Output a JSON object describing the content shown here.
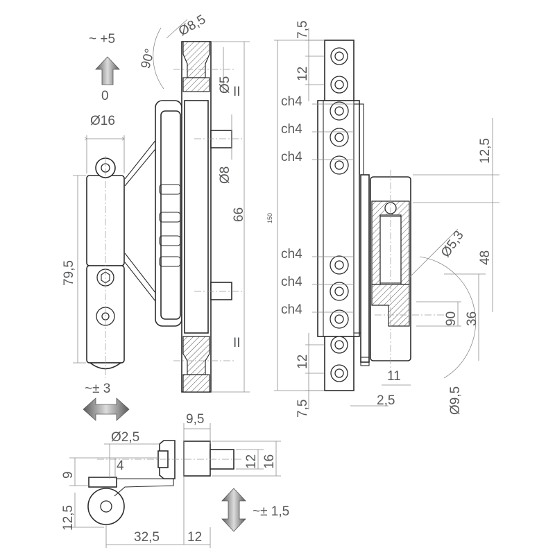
{
  "drawing": {
    "adjust_vertical": {
      "plus": "~ +5",
      "zero": "0"
    },
    "adjust_lateral": "~± 3",
    "adjust_height": "~± 1,5",
    "angle_90": "90°",
    "parallel_mark": "II",
    "front_view": {
      "d16": "Ø16",
      "len_79_5": "79,5",
      "d8_5": "Ø8,5",
      "d5": "Ø5",
      "d8": "Ø8",
      "len_66": "66"
    },
    "side_view": {
      "d7_5_top": "7,5",
      "d12_top": "12",
      "ch4": "ch4",
      "d150": "150",
      "d12_bottom": "12",
      "d7_5_bottom": "7,5",
      "d12_5": "12,5",
      "d5_3": "Ø5,3",
      "d48": "48",
      "d90": "90",
      "d36": "36",
      "d11": "11",
      "d2_5": "2,5",
      "d9_5": "Ø9,5"
    },
    "top_view": {
      "d9_5": "9,5",
      "d2_5": "Ø2,5",
      "d4": "4",
      "d9": "9",
      "d12": "12",
      "d16": "16",
      "d12_5": "12,5",
      "d32_5": "32,5",
      "d12_bottom": "12"
    }
  }
}
